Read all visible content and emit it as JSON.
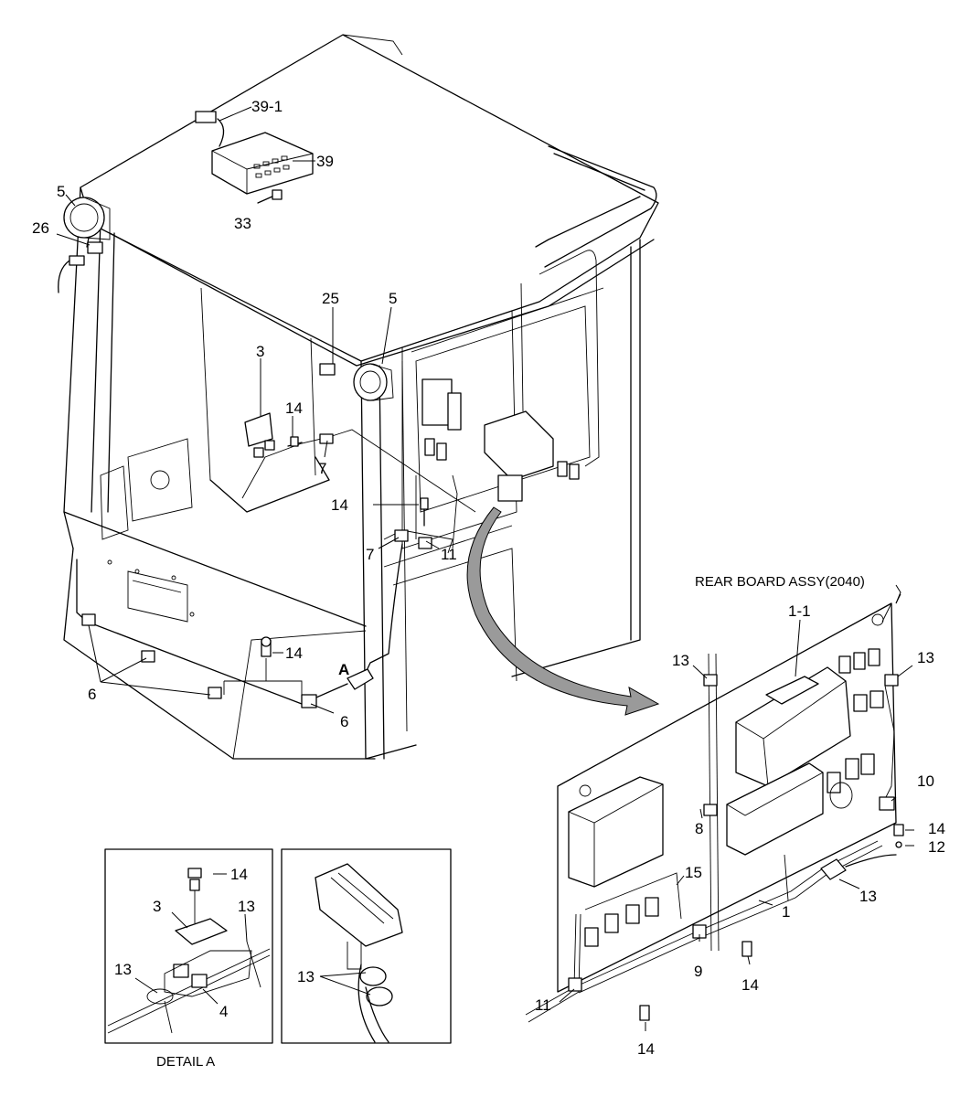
{
  "callouts": {
    "c39_1": "39-1",
    "c39": "39",
    "c33": "33",
    "c5a": "5",
    "c26": "26",
    "c25": "25",
    "c5b": "5",
    "c3": "3",
    "c14a": "14",
    "c7a": "7",
    "c14b": "14",
    "c7b": "7",
    "c11a": "11",
    "c14c": "14",
    "cA": "A",
    "c6a": "6",
    "c6b": "6",
    "c1_1": "1-1",
    "c13a": "13",
    "c13b": "13",
    "c10": "10",
    "c14d": "14",
    "c12": "12",
    "c13c": "13",
    "c8": "8",
    "c15": "15",
    "c1": "1",
    "c9": "9",
    "c14e": "14",
    "c11b": "11",
    "c14f": "14",
    "d14": "14",
    "d3": "3",
    "d13a": "13",
    "d13b": "13",
    "d4": "4",
    "d13c": "13"
  },
  "rear_board_title": "REAR BOARD ASSY(2040)",
  "detail_a_caption": "DETAIL A"
}
